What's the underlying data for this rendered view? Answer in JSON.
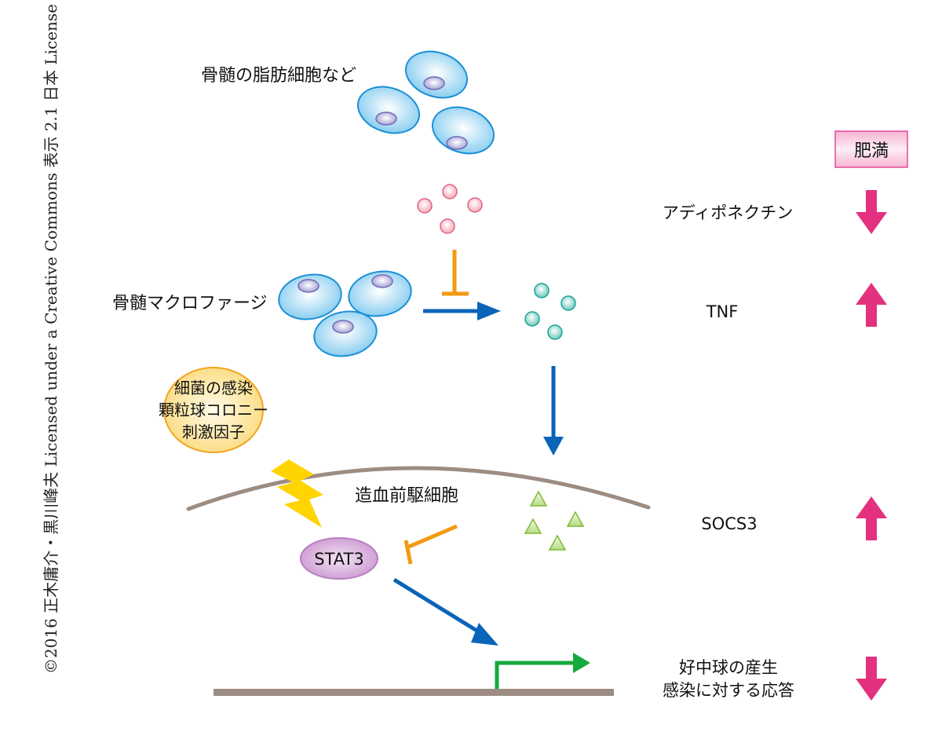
{
  "copyright": "©2016 正木庸介・黒川峰夫 Licensed under a Creative Commons 表示 2.1 日本 License",
  "labels": {
    "adipocytes": "骨髄の脂肪細胞など",
    "macrophages": "骨髄マクロファージ",
    "progenitor": "造血前駆細胞",
    "stat3": "STAT3",
    "stimulus": [
      "細菌の感染",
      "顆粒球コロニー",
      "刺激因子"
    ]
  },
  "obesity_panel": {
    "header": "肥満",
    "rows": [
      {
        "label": [
          "アディポネクチン"
        ],
        "direction": "down"
      },
      {
        "label": [
          "TNF"
        ],
        "direction": "up"
      },
      {
        "label": [
          "SOCS3"
        ],
        "direction": "up"
      },
      {
        "label": [
          "好中球の産生",
          "感染に対する応答"
        ],
        "direction": "down"
      }
    ]
  },
  "colors": {
    "cell_fill": "#8fd0f2",
    "cell_stroke": "#1a8fd6",
    "nucleus": "#a9a6d8",
    "adiponectin": "#f7b8c4",
    "adiponectin_stroke": "#e0637f",
    "tnf": "#7fd1c4",
    "tnf_stroke": "#1aa394",
    "socs3": "#c4e39a",
    "socs3_stroke": "#7dbb32",
    "activation_arrow": "#0a64b8",
    "inhibition": "#f29a12",
    "membrane": "#9c8c82",
    "dna": "#9c8c82",
    "transcription": "#16a93c",
    "stat3_fill": "#d2a4d6",
    "stat3_stroke": "#b87fc0",
    "stimulus_fill": "#fde9a8",
    "stimulus_stroke": "#f2a41e",
    "lightning": "#ffd400",
    "obesity_arrow": "#e3317f",
    "header_fill": "#f6c2dc",
    "header_stroke": "#e34a9a"
  }
}
